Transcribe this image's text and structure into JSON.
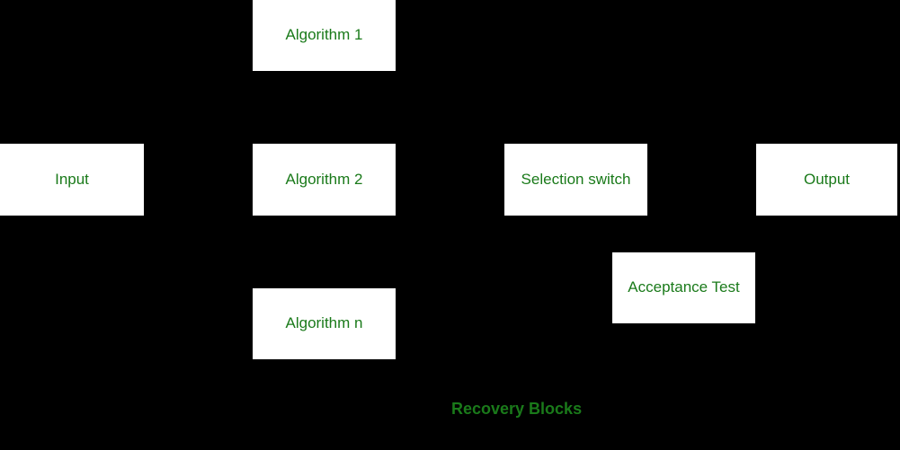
{
  "diagram": {
    "title": "Recovery Blocks",
    "background_color": "#000000",
    "node_fill_color": "#ffffff",
    "text_color": "#1a7a1a",
    "caption": "Recovery Blocks",
    "nodes": [
      {
        "id": "algorithm-1",
        "label": "Algorithm 1"
      },
      {
        "id": "input",
        "label": "Input"
      },
      {
        "id": "algorithm-2",
        "label": "Algorithm 2"
      },
      {
        "id": "selection-switch",
        "label": "Selection switch"
      },
      {
        "id": "output",
        "label": "Output"
      },
      {
        "id": "acceptance-test",
        "label": "Acceptance Test"
      },
      {
        "id": "algorithm-n",
        "label": "Algorithm n"
      }
    ]
  }
}
